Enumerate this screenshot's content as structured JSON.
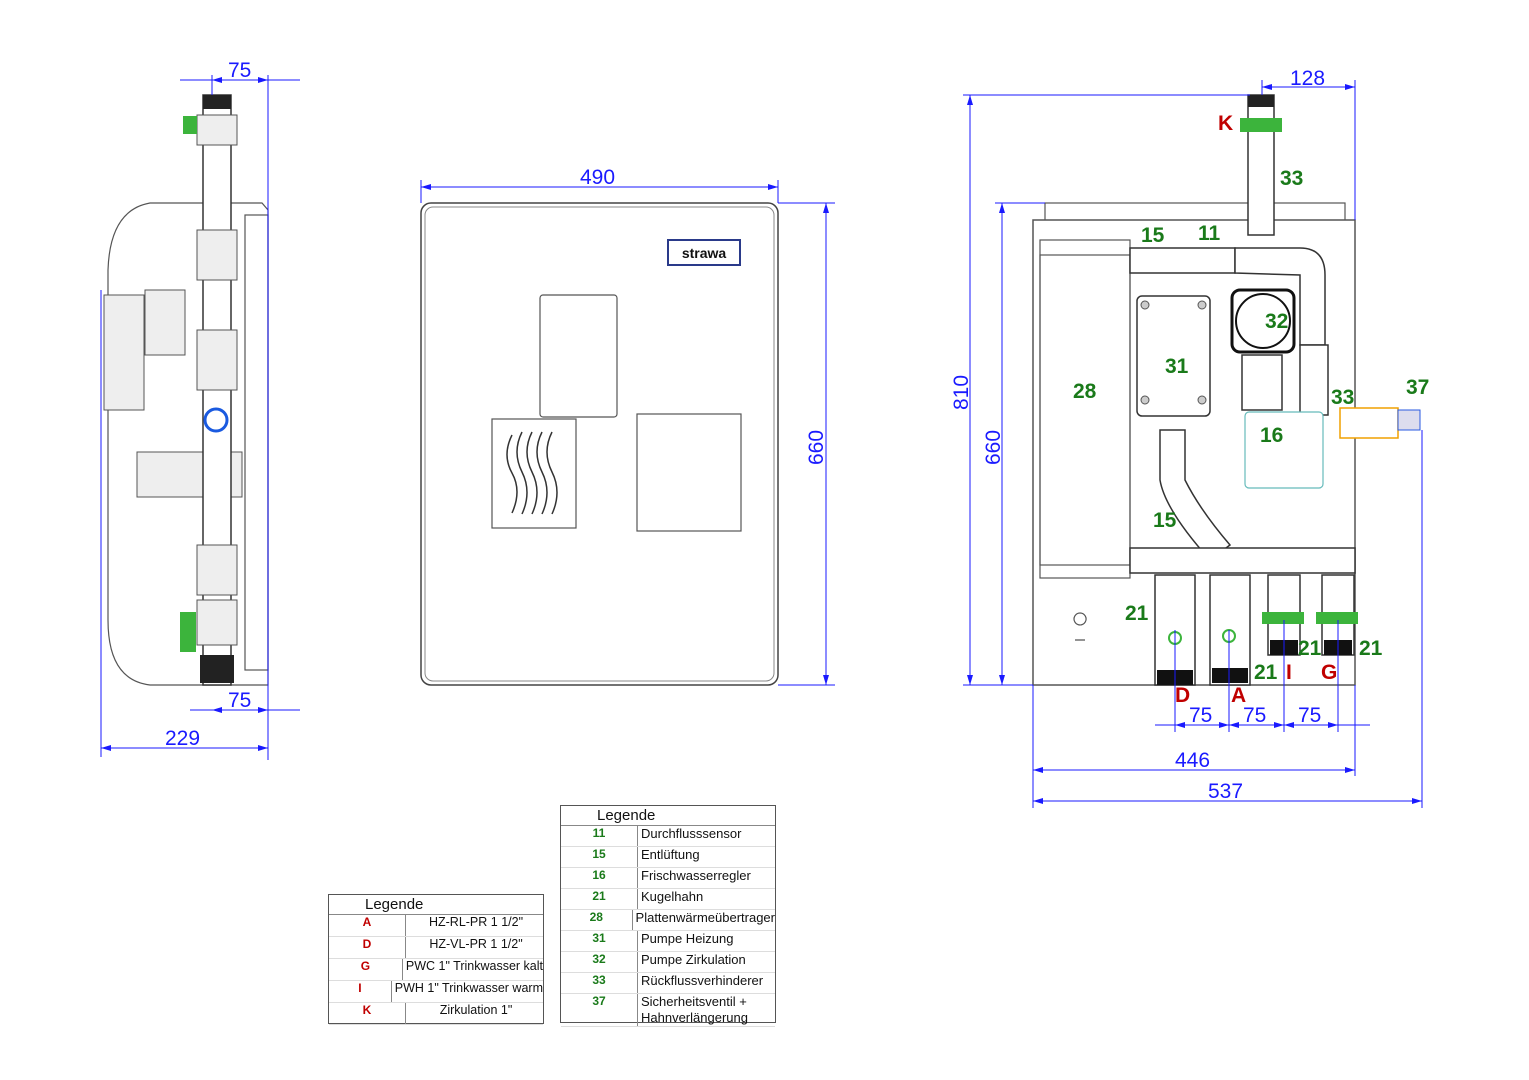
{
  "side_view": {
    "dim_top": "75",
    "dim_bottom": "75",
    "dim_depth": "229"
  },
  "front_view": {
    "dim_width": "490",
    "dim_height": "660",
    "logo_text": "strawa"
  },
  "rear_view": {
    "dim_top": "128",
    "dim_total_height": "810",
    "dim_body_height": "660",
    "dim_spacing": [
      "75",
      "75",
      "75"
    ],
    "dim_width_446": "446",
    "dim_width_537": "537",
    "part_labels": {
      "k": "K",
      "p33a": "33",
      "p15a": "15",
      "p11": "11",
      "p32": "32",
      "p31": "31",
      "p28": "28",
      "p33b": "33",
      "p37": "37",
      "p16": "16",
      "p15b": "15",
      "p21a": "21",
      "p21b": "21",
      "p21c": "21",
      "p21d": "21",
      "i": "I",
      "g": "G",
      "d": "D",
      "a": "A"
    }
  },
  "legend_parts": {
    "title": "Legende",
    "rows": [
      {
        "key": "11",
        "value": "Durchflusssensor"
      },
      {
        "key": "15",
        "value": "Entlüftung"
      },
      {
        "key": "16",
        "value": "Frischwasserregler"
      },
      {
        "key": "21",
        "value": "Kugelhahn"
      },
      {
        "key": "28",
        "value": "Plattenwärmeübertrager"
      },
      {
        "key": "31",
        "value": "Pumpe Heizung"
      },
      {
        "key": "32",
        "value": "Pumpe Zirkulation"
      },
      {
        "key": "33",
        "value": "Rückflussverhinderer"
      },
      {
        "key": "37",
        "value": "Sicherheitsventil + Hahnverlängerung"
      }
    ]
  },
  "legend_connections": {
    "title": "Legende",
    "rows": [
      {
        "key": "A",
        "value": "HZ-RL-PR 1 1/2\""
      },
      {
        "key": "D",
        "value": "HZ-VL-PR 1 1/2\""
      },
      {
        "key": "G",
        "value": "PWC 1\" Trinkwasser kalt"
      },
      {
        "key": "I",
        "value": "PWH 1\" Trinkwasser warm"
      },
      {
        "key": "K",
        "value": "Zirkulation 1\""
      }
    ]
  }
}
